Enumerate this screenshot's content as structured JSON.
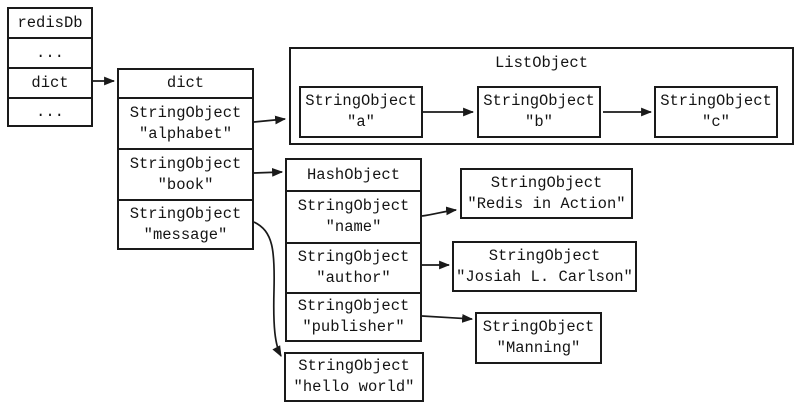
{
  "colors": {
    "line": "#1a1a1a",
    "background": "#ffffff",
    "text": "#141414"
  },
  "redisdb_box": {
    "header": "redisDb",
    "rows": [
      "...",
      "dict",
      "..."
    ]
  },
  "dict_box": {
    "header": "dict",
    "rows": [
      {
        "type": "StringObject",
        "value": "\"alphabet\""
      },
      {
        "type": "StringObject",
        "value": "\"book\""
      },
      {
        "type": "StringObject",
        "value": "\"message\""
      }
    ]
  },
  "list_object": {
    "title": "ListObject",
    "items": [
      {
        "type": "StringObject",
        "value": "\"a\""
      },
      {
        "type": "StringObject",
        "value": "\"b\""
      },
      {
        "type": "StringObject",
        "value": "\"c\""
      }
    ]
  },
  "hash_object": {
    "header": "HashObject",
    "fields": [
      {
        "type": "StringObject",
        "value": "\"name\""
      },
      {
        "type": "StringObject",
        "value": "\"author\""
      },
      {
        "type": "StringObject",
        "value": "\"publisher\""
      }
    ]
  },
  "value_boxes": {
    "name_value": {
      "type": "StringObject",
      "value": "\"Redis in Action\""
    },
    "author_value": {
      "type": "StringObject",
      "value": "\"Josiah L. Carlson\""
    },
    "publisher_value": {
      "type": "StringObject",
      "value": "\"Manning\""
    },
    "message_value": {
      "type": "StringObject",
      "value": "\"hello world\""
    }
  },
  "connections": [
    {
      "from": "redisdb-dict-cell",
      "to": "dict-box"
    },
    {
      "from": "dict-row-alphabet",
      "to": "list-object-box"
    },
    {
      "from": "dict-row-book",
      "to": "hash-object-box"
    },
    {
      "from": "dict-row-message",
      "to": "message-value-box"
    },
    {
      "from": "hash-row-name",
      "to": "name-value-box"
    },
    {
      "from": "hash-row-author",
      "to": "author-value-box"
    },
    {
      "from": "hash-row-publisher",
      "to": "publisher-value-box"
    },
    {
      "from": "list-item-a",
      "to": "list-item-b"
    },
    {
      "from": "list-item-b",
      "to": "list-item-c"
    }
  ]
}
